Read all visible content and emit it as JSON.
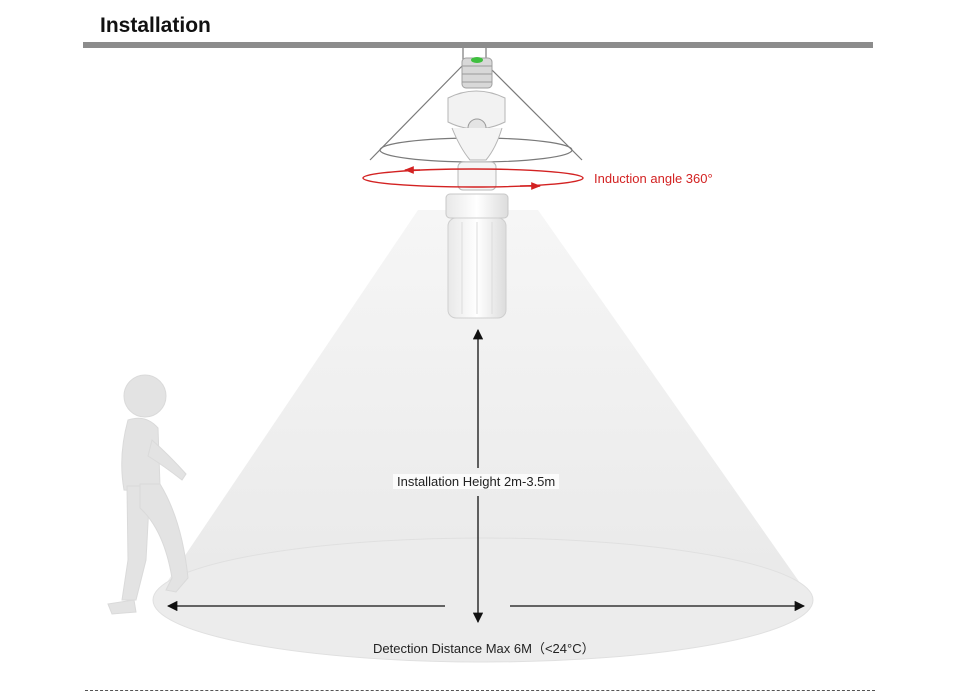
{
  "header": {
    "title": "Installation"
  },
  "labels": {
    "induction_angle": "Induction angle 360°",
    "installation_height": "Installation Height 2m-3.5m",
    "detection_distance": "Detection Distance Max 6M（<24°C）"
  },
  "colors": {
    "title_bar": "#8c8c8c",
    "induction_accent": "#d32222",
    "beam": "#ececec"
  },
  "icons": {
    "bulb": "compact-fluorescent-bulb-icon",
    "sensor": "pir-sensor-socket-icon",
    "person": "walking-person-icon"
  }
}
